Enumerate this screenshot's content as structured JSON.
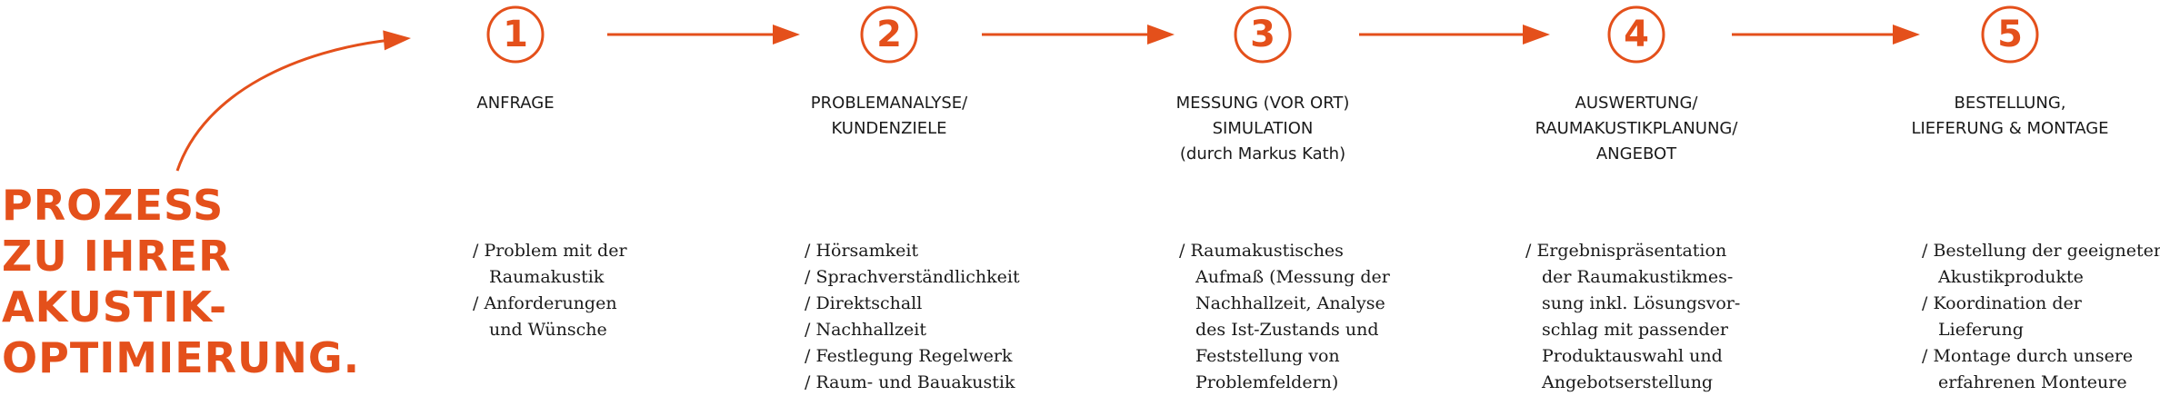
{
  "accent_color": "#E4501B",
  "title_lines": [
    "PROZESS",
    "ZU IHRER",
    "AKUSTIK-",
    "OPTIMIERUNG."
  ],
  "steps": [
    {
      "number": "1",
      "heading": [
        "ANFRAGE"
      ],
      "items": [
        [
          "/ Problem mit der",
          "Raumakustik"
        ],
        [
          "/ Anforderungen",
          "und Wünsche"
        ]
      ]
    },
    {
      "number": "2",
      "heading": [
        "PROBLEMANALYSE/",
        "KUNDENZIELE"
      ],
      "items": [
        [
          "/ Hörsamkeit"
        ],
        [
          "/ Sprachverständlichkeit"
        ],
        [
          "/ Direktschall"
        ],
        [
          "/ Nachhallzeit"
        ],
        [
          "/ Festlegung Regelwerk"
        ],
        [
          "/ Raum- und Bauakustik"
        ]
      ]
    },
    {
      "number": "3",
      "heading": [
        "MESSUNG (VOR ORT)",
        "SIMULATION",
        "(durch Markus Kath)"
      ],
      "items": [
        [
          "/ Raumakustisches",
          "Aufmaß (Messung der",
          "Nachhallzeit, Analyse",
          "des Ist-Zustands und",
          "Feststellung von",
          "Problemfeldern)"
        ]
      ]
    },
    {
      "number": "4",
      "heading": [
        "AUSWERTUNG/",
        "RAUMAKUSTIKPLANUNG/",
        "ANGEBOT"
      ],
      "items": [
        [
          "/ Ergebnispräsentation",
          "der Raumakustikmes-",
          "sung inkl. Lösungsvor-",
          "schlag mit passender",
          "Produktauswahl und",
          "Angebotserstellung"
        ]
      ]
    },
    {
      "number": "5",
      "heading": [
        "BESTELLUNG,",
        "LIEFERUNG & MONTAGE"
      ],
      "items": [
        [
          "/ Bestellung der geeigneten",
          "Akustikprodukte"
        ],
        [
          "/ Koordination der",
          "Lieferung"
        ],
        [
          "/ Montage durch unsere",
          "erfahrenen Monteure"
        ]
      ]
    }
  ]
}
